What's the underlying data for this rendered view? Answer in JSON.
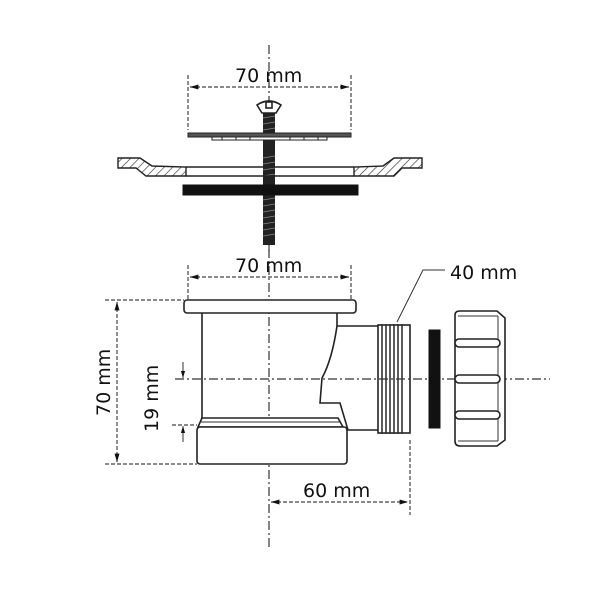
{
  "diagram": {
    "title": "Sink waste strainer assembly technical drawing",
    "dimensions": {
      "strainer_width": "70 mm",
      "body_width": "70 mm",
      "thread_diameter": "40 mm",
      "body_height": "70 mm",
      "outlet_offset": "19 mm",
      "outlet_length": "60 mm"
    },
    "parts": [
      "strainer-plate",
      "screw",
      "sink-flange",
      "gasket",
      "waste-body",
      "threaded-outlet",
      "seal-ring",
      "compression-nut"
    ],
    "colors": {
      "line": "#222222",
      "fill_dark": "#111111",
      "background": "#ffffff"
    }
  }
}
